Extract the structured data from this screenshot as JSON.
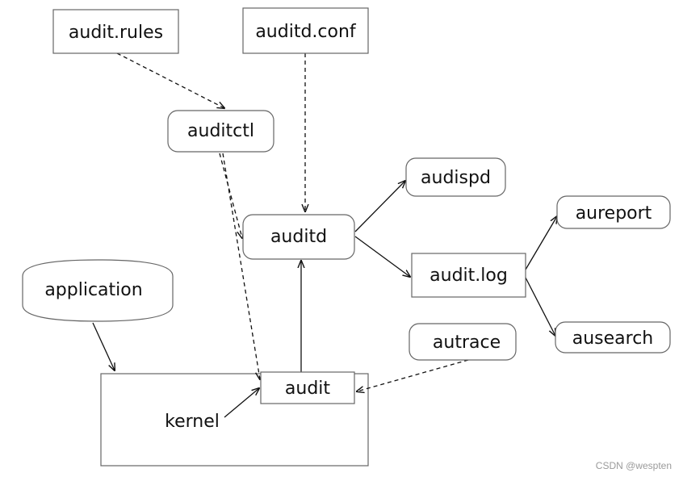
{
  "nodes": {
    "audit_rules": "audit.rules",
    "auditd_conf": "auditd.conf",
    "auditctl": "auditctl",
    "auditd": "auditd",
    "audispd": "audispd",
    "audit_log": "audit.log",
    "aureport": "aureport",
    "ausearch": "ausearch",
    "application": "application",
    "autrace": "autrace",
    "audit": "audit",
    "kernel": "kernel"
  },
  "watermark": "CSDN @wespten"
}
